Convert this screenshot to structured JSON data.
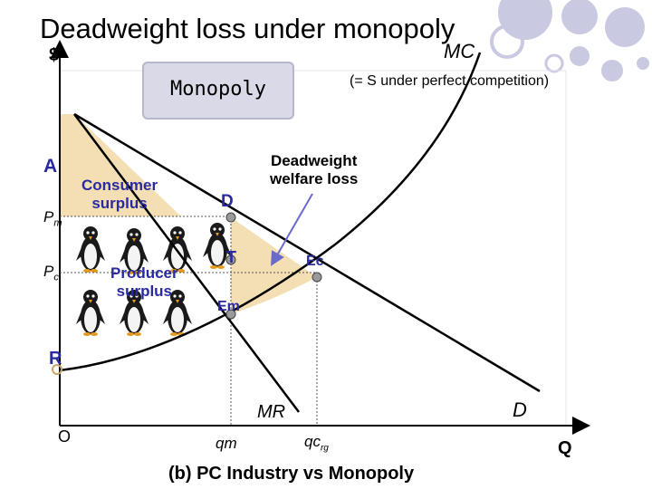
{
  "slide": {
    "title": "Deadweight loss under monopoly",
    "mc_label": "MC",
    "y_axis_symbol": "$",
    "monopoly_box_text": "Monopoly",
    "mc_note": "(= S under perfect competition)",
    "caption": "(b)  PC Industry vs Monopoly"
  },
  "diagram": {
    "labels": {
      "A": "A",
      "R": "R",
      "Pm": "Pm",
      "Pc": "Pc",
      "origin": "O",
      "qm": "qm",
      "qc": "qc",
      "qc_subscript": "rg",
      "Q": "Q",
      "MR": "MR",
      "D_curve": "D",
      "D_point": "D",
      "T_point": "T",
      "Em_point": "Em",
      "Ec_point": "Ec"
    },
    "annotations": {
      "deadweight_line1": "Deadweight",
      "deadweight_line2": "welfare loss",
      "consumer_line1": "Consumer",
      "consumer_line2": "surplus",
      "producer_line1": "Producer",
      "producer_line2": "surplus"
    },
    "colors": {
      "deadweight_fill": "#f3dfb3",
      "point_labels": "#2a2aa0",
      "decor_circles": "#c9c9e2",
      "arrow": "#6a6acc"
    },
    "icons": [
      "penguin-icon"
    ]
  }
}
